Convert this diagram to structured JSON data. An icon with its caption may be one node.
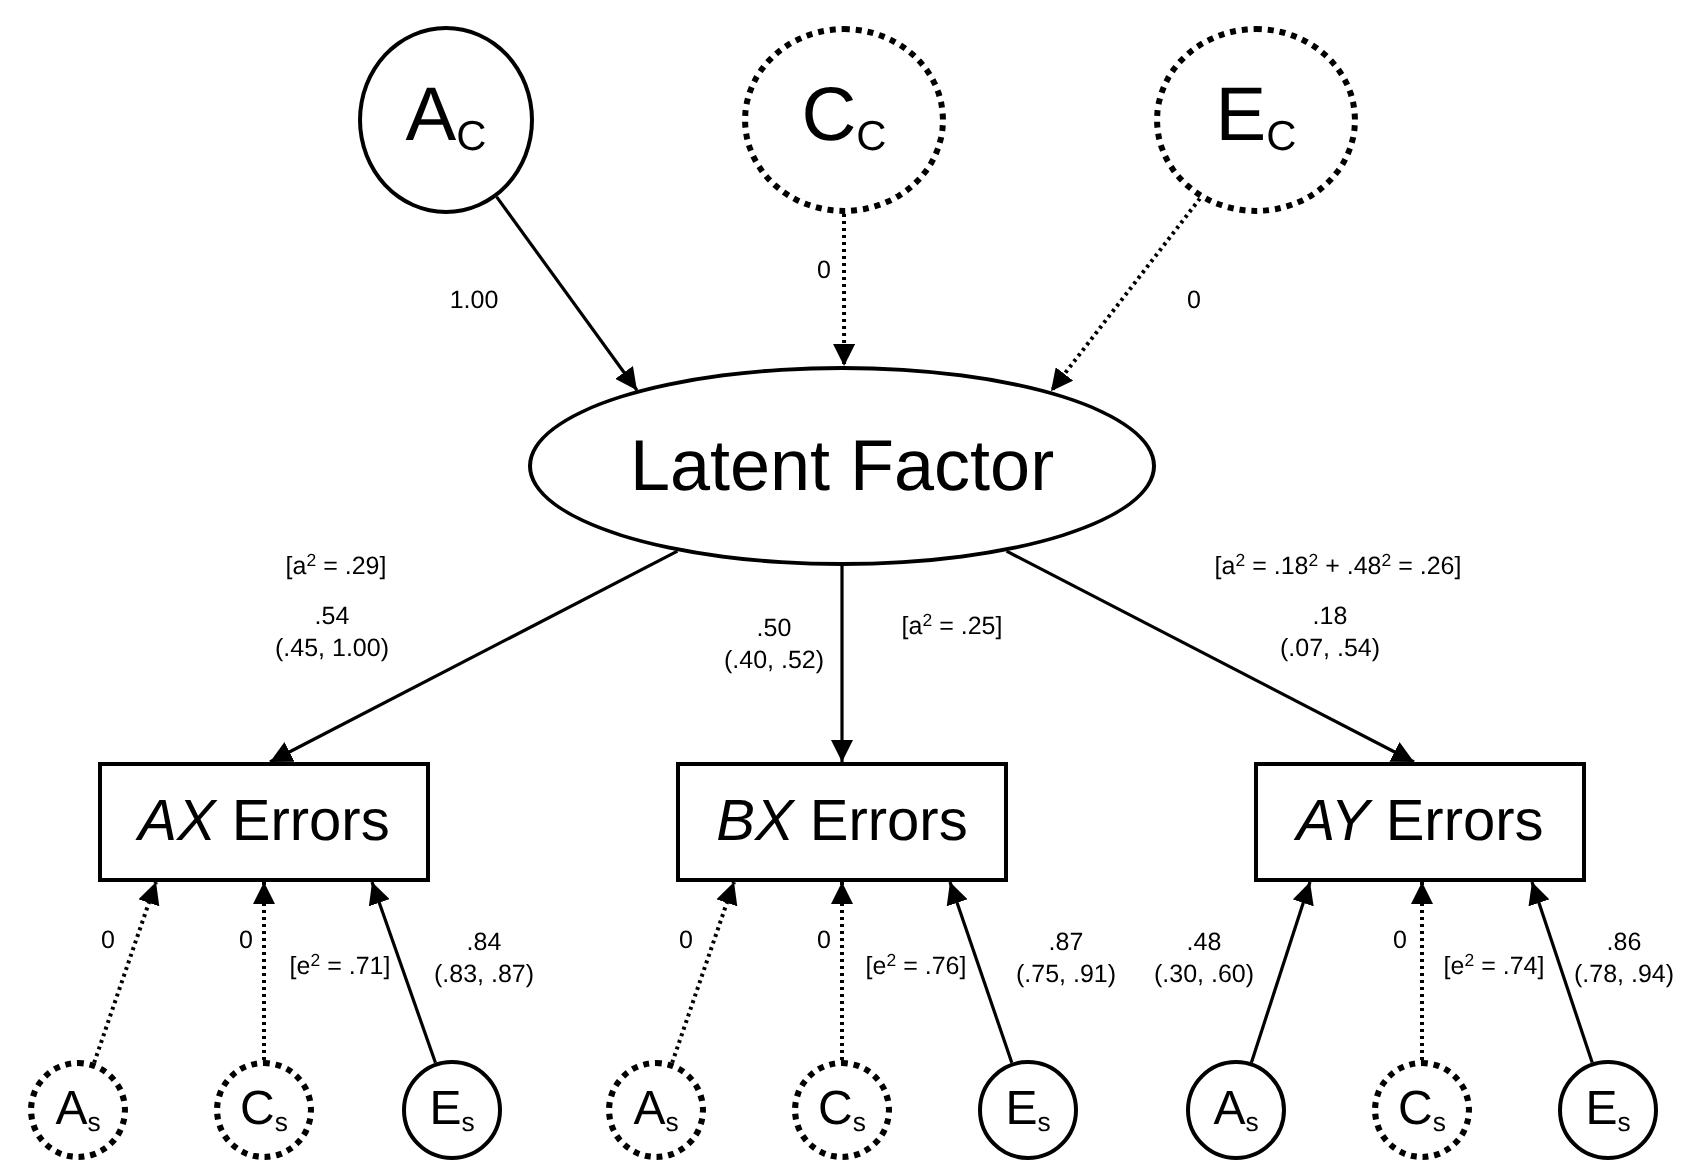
{
  "diagram": {
    "nodes": [
      {
        "text": [
          "A$_{C}$"
        ]
      },
      {
        "text": [
          "C$_{C}$"
        ]
      },
      {
        "text": [
          "E$_{C}$"
        ]
      },
      {
        "text": [
          "Latent Factor"
        ]
      },
      {
        "text": [
          "*AX* Errors"
        ]
      },
      {
        "text": [
          "*BX* Errors"
        ]
      },
      {
        "text": [
          "*AY* Errors"
        ]
      },
      {
        "text": [
          "A$_{s}$"
        ]
      },
      {
        "text": [
          "C$_{s}$"
        ]
      },
      {
        "text": [
          "E$_{s}$"
        ]
      },
      {
        "text": [
          "A$_{s}$"
        ]
      },
      {
        "text": [
          "C$_{s}$"
        ]
      },
      {
        "text": [
          "E$_{s}$"
        ]
      },
      {
        "text": [
          "A$_{s}$"
        ]
      },
      {
        "text": [
          "C$_{s}$"
        ]
      },
      {
        "text": [
          "E$_{s}$"
        ]
      }
    ],
    "edges": [
      {
        "from": 0,
        "to": 3,
        "arrow": "to",
        "label": "1.00"
      },
      {
        "from": 1,
        "to": 3,
        "arrow": "to",
        "label": "0",
        "style": "dashed"
      },
      {
        "from": 2,
        "to": 3,
        "arrow": "to",
        "label": "0",
        "style": "dashed"
      },
      {
        "from": 3,
        "to": 4,
        "arrow": "to",
        "label": ".54 (.45, 1.00)"
      },
      {
        "from": 3,
        "to": 5,
        "arrow": "to",
        "label": ".50 (.40, .52)"
      },
      {
        "from": 3,
        "to": 6,
        "arrow": "to",
        "label": ".18 (.07, .54)"
      },
      {
        "from": 7,
        "to": 4,
        "arrow": "to",
        "label": "0",
        "style": "dashed"
      },
      {
        "from": 8,
        "to": 4,
        "arrow": "to",
        "label": "0",
        "style": "dashed"
      },
      {
        "from": 9,
        "to": 4,
        "arrow": "to",
        "label": ".84 (.83, .87)"
      },
      {
        "from": 10,
        "to": 5,
        "arrow": "to",
        "label": "0",
        "style": "dashed"
      },
      {
        "from": 11,
        "to": 5,
        "arrow": "to",
        "label": "0",
        "style": "dashed"
      },
      {
        "from": 12,
        "to": 5,
        "arrow": "to",
        "label": ".87 (.75, .91)"
      },
      {
        "from": 13,
        "to": 6,
        "arrow": "to",
        "label": ".48 (.30, .60)"
      },
      {
        "from": 14,
        "to": 6,
        "arrow": "to",
        "label": "0",
        "style": "dashed"
      },
      {
        "from": 15,
        "to": 6,
        "arrow": "to",
        "label": ".86 (.78, .94)"
      }
    ],
    "labels": [
      "[a$^{2}$ = .29]",
      "[a$^{2}$ = .25]",
      "[a$^{2}$ = .18$^{2}$ + .48$^{2}$ = .26]",
      "[e$^{2}$ = .71]",
      "[e$^{2}$ = .76]",
      "[e$^{2}$ = .74]"
    ]
  }
}
